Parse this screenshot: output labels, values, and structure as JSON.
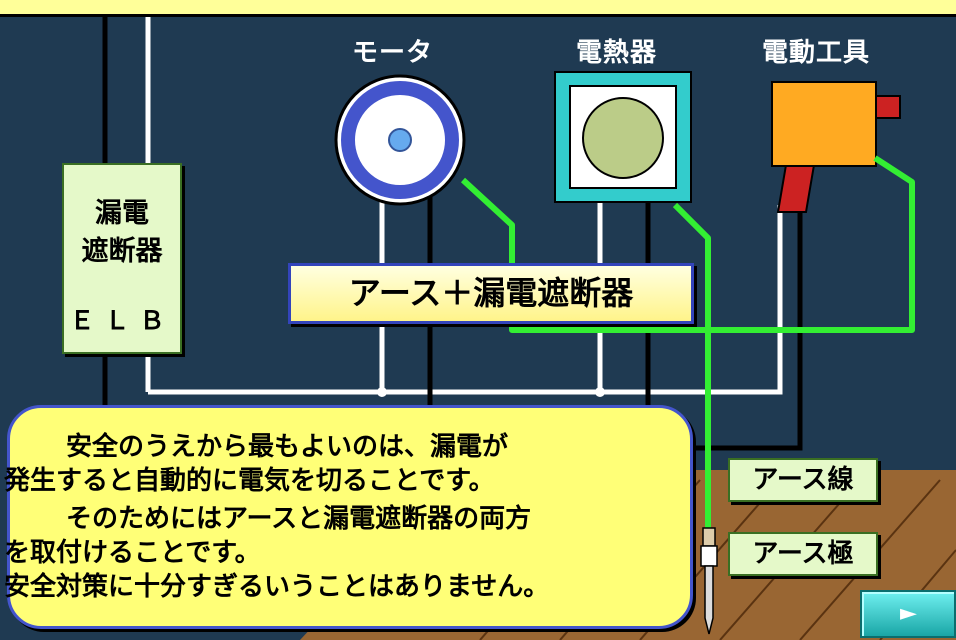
{
  "labels": {
    "motor": "モータ",
    "heater": "電熱器",
    "power_tool": "電動工具"
  },
  "elb": {
    "line1": "漏電",
    "line2": "遮断器",
    "line3": "ＥＬＢ"
  },
  "title": "アース＋漏電遮断器",
  "callout": {
    "line1": "安全のうえから最もよいのは、漏電が",
    "line2": "発生すると自動的に電気を切ることです。",
    "line3": "そのためにはアースと漏電遮断器の両方",
    "line4": "を取付けることです。",
    "line5": "安全対策に十分すぎるいうことはありません。"
  },
  "tags": {
    "ground_wire": "アース線",
    "ground_rod": "アース極"
  },
  "nav": {
    "next_icon": "play-triangle-icon"
  },
  "colors": {
    "background": "#1f3a52",
    "ground_wire": "#33ee33",
    "wall_white": "#ffffff",
    "floor": "#996633",
    "callout": "#ffff77"
  }
}
